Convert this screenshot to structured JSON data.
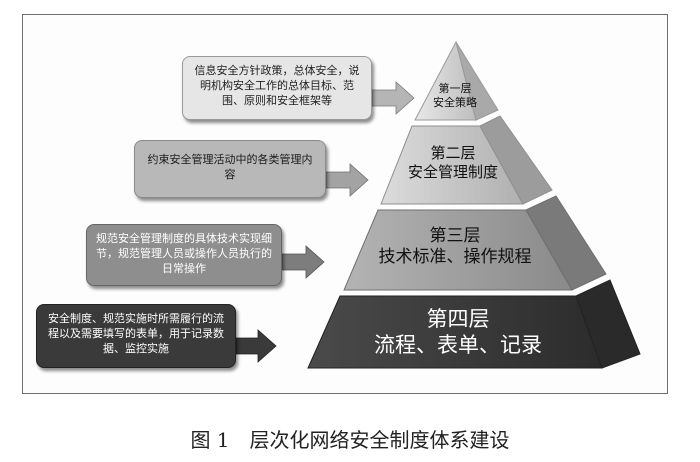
{
  "tiers": [
    {
      "level": "第一层",
      "name": "安全策略"
    },
    {
      "level": "第二层",
      "name": "安全管理制度"
    },
    {
      "level": "第三层",
      "name": "技术标准、操作规程"
    },
    {
      "level": "第四层",
      "name": "流程、表单、记录"
    }
  ],
  "callouts": [
    "信息安全方针政策，总体安全，说明机构安全工作的总体目标、范围、原则和安全框架等",
    "约束安全管理活动中的各类管理内容",
    "规范安全管理制度的具体技术实现细节，规范管理人员或操作人员执行的日常操作",
    "安全制度、规范实施时所需履行的流程以及需要填写的表单，用于记录数据、监控实施"
  ],
  "caption": {
    "label": "图 1",
    "title": "层次化网络安全制度体系建设"
  },
  "colors": {
    "tier1": "#cfcfcf",
    "tier2": "#c2c2c2",
    "tier3": "#9a9a9a",
    "tier4": "#3e3e3e",
    "callout1": "#e6e6e6",
    "callout2": "#b8b8b8",
    "callout3": "#8e8e8e",
    "callout4": "#3a3a3a"
  }
}
